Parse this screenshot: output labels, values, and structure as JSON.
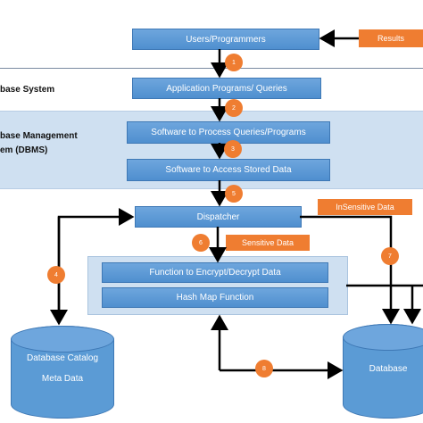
{
  "bands": {
    "top_label": "base System",
    "dbms_label_line1": "base Management",
    "dbms_label_line2": "em (DBMS)"
  },
  "nodes": {
    "users": "Users/Programmers",
    "results": "Results",
    "app": "Application Programs/ Queries",
    "process": "Software to Process Queries/Programs",
    "access": "Software to Access Stored Data",
    "dispatcher": "Dispatcher",
    "insensitive": "InSensitive Data",
    "sensitive": "Sensitive Data",
    "encrypt": "Function to Encrypt/Decrypt Data",
    "hashmap": "Hash Map Function",
    "catalog_line1": "Database Catalog",
    "catalog_line2": "Meta Data",
    "database": "Database"
  },
  "steps": [
    "1",
    "2",
    "3",
    "5",
    "6",
    "4",
    "7",
    "8"
  ],
  "colors": {
    "box_blue": "#5b9bd5",
    "band_blue": "#cfe0f1",
    "orange": "#ef7d31",
    "arrow": "#000000"
  }
}
